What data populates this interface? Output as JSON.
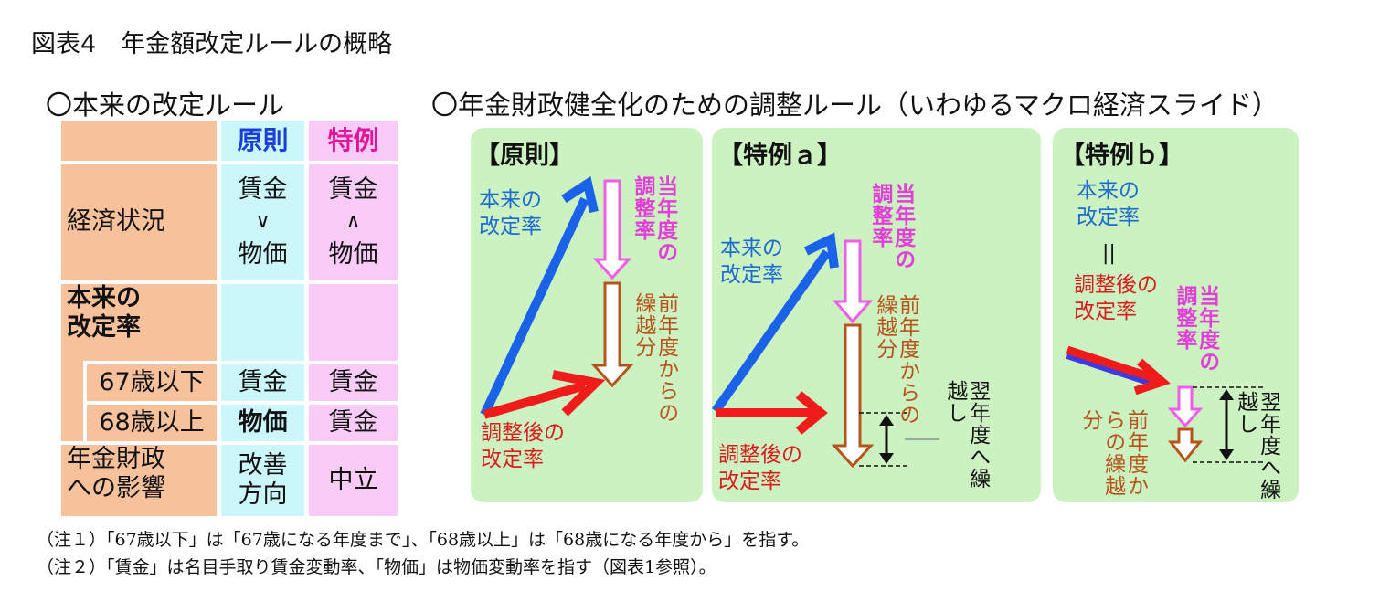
{
  "title": "図表4　年金額改定ルールの概略",
  "left_section_title": "〇本来の改定ルール",
  "right_section_title": "〇年金財政健全化のための調整ルール（いわゆるマクロ経済スライド）",
  "table": {
    "col_principle": "原則",
    "col_exception": "特例",
    "row_economy": "経済状況",
    "economy_principle": [
      "賃金",
      "∨",
      "物価"
    ],
    "economy_exception": [
      "賃金",
      "∧",
      "物価"
    ],
    "row_rate": [
      "本来の",
      "改定率"
    ],
    "row_under67": "67歳以下",
    "under67_principle": "賃金",
    "under67_exception": "賃金",
    "row_over68": "68歳以上",
    "over68_principle": "物価",
    "over68_exception": "賃金",
    "row_finance": [
      "年金財政",
      "への影響"
    ],
    "finance_principle": [
      "改善",
      "方向"
    ],
    "finance_exception": "中立"
  },
  "panels": {
    "principle": {
      "title": "【原則】",
      "original_rate": [
        "本来の",
        "改定率"
      ],
      "adjusted_rate": [
        "調整後の",
        "改定率"
      ],
      "current_adjust": "当年度の調整率",
      "carryover": "前年度からの繰越分"
    },
    "exception_a": {
      "title": "【特例ａ】",
      "original_rate": [
        "本来の",
        "改定率"
      ],
      "adjusted_rate": [
        "調整後の",
        "改定率"
      ],
      "current_adjust": "当年度の調整率",
      "carryover": "前年度からの繰越分",
      "next_carry": "翌年度へ繰越し"
    },
    "exception_b": {
      "title": "【特例ｂ】",
      "original_rate": [
        "本来の",
        "改定率"
      ],
      "equals": "||",
      "adjusted_rate": [
        "調整後の",
        "改定率"
      ],
      "current_adjust": "当年度の調整率",
      "carryover": "前年度からの繰越分",
      "next_carry": "翌年度へ繰越し"
    }
  },
  "notes": [
    "（注１）「67歳以下」は「67歳になる年度まで」、「68歳以上」は「68歳になる年度から」を指す。",
    "（注２）「賃金」は名目手取り賃金変動率、「物価」は物価変動率を指す（図表1参照）。"
  ],
  "colors": {
    "orange": "#f7c29b",
    "cyan": "#cbf7fb",
    "pink": "#f9ccf8",
    "panel_green": "#ccf2c1",
    "blue_arrow": "#1a63e8",
    "red_arrow": "#f01c1c",
    "magenta_arrow": "#ee5ee6",
    "brown_arrow": "#b5541b"
  }
}
